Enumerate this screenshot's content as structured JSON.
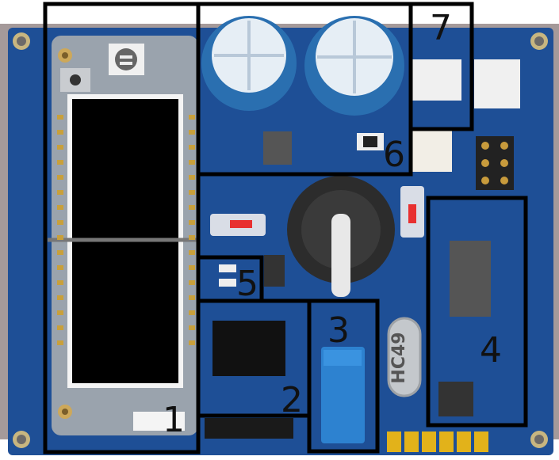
{
  "labels": {
    "region1": "1",
    "region2": "2",
    "region3": "3",
    "region4": "4",
    "region5": "5",
    "region6": "6",
    "region7": "7"
  },
  "crystal_text": "HC49",
  "colors": {
    "pcb": "#1e4f96",
    "pcb_dark": "#163e7a",
    "frame": "#a59a9a",
    "module": "#9aa3ad",
    "display": "#000000",
    "capacitor": "#2a6fb0",
    "box_outline": "#000000",
    "header_yellow": "#e2b21a"
  }
}
